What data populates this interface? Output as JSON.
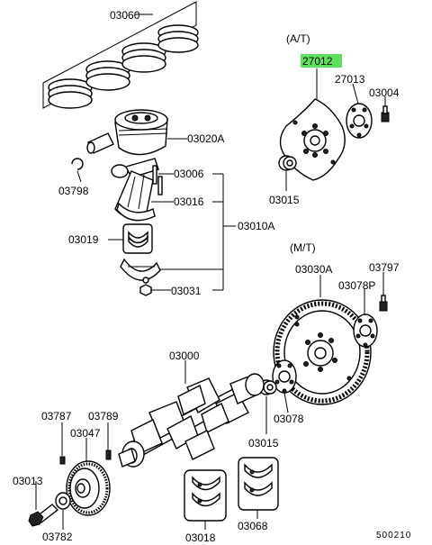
{
  "labels": {
    "p03060": "03060",
    "p03020a": "03020A",
    "p03798": "03798",
    "p03006": "03006",
    "p03016": "03016",
    "p03010a": "03010A",
    "p03019": "03019",
    "p03031": "03031",
    "at_variant": "(A/T)",
    "p27012": "27012",
    "p27013": "27013",
    "p03004": "03004",
    "p03015a": "03015",
    "mt_variant": "(M/T)",
    "p03030a": "03030A",
    "p03797": "03797",
    "p03078p": "03078P",
    "p03000": "03000",
    "p03078": "03078",
    "p03015b": "03015",
    "p03787": "03787",
    "p03789": "03789",
    "p03047": "03047",
    "p03013": "03013",
    "p03782": "03782",
    "p03018": "03018",
    "p03068": "03068"
  },
  "highlight": {
    "part": "27012",
    "color": "#5ee05e"
  },
  "diagram_ref": "500210"
}
